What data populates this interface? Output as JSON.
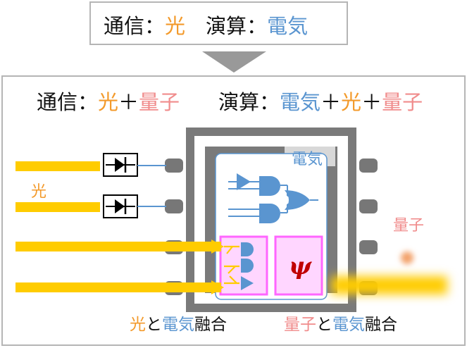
{
  "top_box": {
    "label": "通信：",
    "light": "光",
    "spacer": "　",
    "compute_label": "演算：",
    "electric": "電気"
  },
  "main_box": {
    "comm_label": "通信：",
    "light": "光",
    "plus1": "＋",
    "quantum": "量子",
    "compute_label": "演算：",
    "electric": "電気",
    "plus2": "＋",
    "light2": "光",
    "plus3": "＋",
    "quantum2": "量子"
  },
  "diagram": {
    "light_label": "光",
    "electric_label": "電気",
    "quantum_label": "量子",
    "psi_symbol": "ψ"
  },
  "bottom": {
    "fusion_light": "光",
    "to1": "と",
    "fusion_electric": "電気",
    "fusion1_suffix": "融合",
    "fusion_quantum": "量子",
    "to2": "と",
    "fusion_electric2": "電気",
    "fusion2_suffix": "融合"
  },
  "colors": {
    "light": "#f39a2b",
    "electric": "#5a95d0",
    "quantum": "#f08c8c",
    "beam": "#ffcc00",
    "chip": "#777777",
    "qubit_border": "#ff66ff"
  }
}
